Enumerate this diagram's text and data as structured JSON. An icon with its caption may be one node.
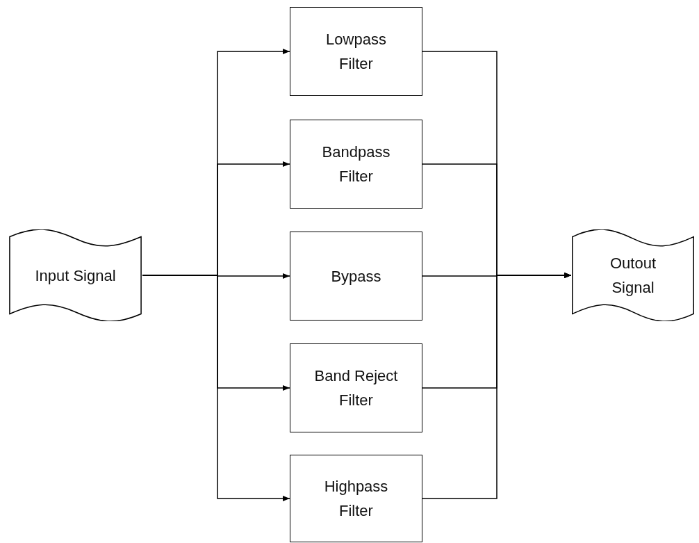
{
  "diagram": {
    "nodes": [
      {
        "text": [
          "Input Signal"
        ]
      },
      {
        "text": [
          "Lowpass Filter"
        ]
      },
      {
        "text": [
          "Bandpass Filter"
        ]
      },
      {
        "text": [
          "Bypass"
        ]
      },
      {
        "text": [
          "Band Reject Filter"
        ]
      },
      {
        "text": [
          "Highpass Filter"
        ]
      },
      {
        "text": [
          "Outout Signal"
        ]
      }
    ],
    "edges": [
      {
        "from": 0,
        "to": 1,
        "arrow": "to"
      },
      {
        "from": 0,
        "to": 2,
        "arrow": "to"
      },
      {
        "from": 0,
        "to": 3,
        "arrow": "to"
      },
      {
        "from": 0,
        "to": 4,
        "arrow": "to"
      },
      {
        "from": 0,
        "to": 5,
        "arrow": "to"
      },
      {
        "from": 1,
        "to": 6,
        "arrow": "to"
      },
      {
        "from": 2,
        "to": 6,
        "arrow": "to"
      },
      {
        "from": 3,
        "to": 6,
        "arrow": "to"
      },
      {
        "from": 4,
        "to": 6,
        "arrow": "to"
      },
      {
        "from": 5,
        "to": 6,
        "arrow": "to"
      }
    ]
  }
}
